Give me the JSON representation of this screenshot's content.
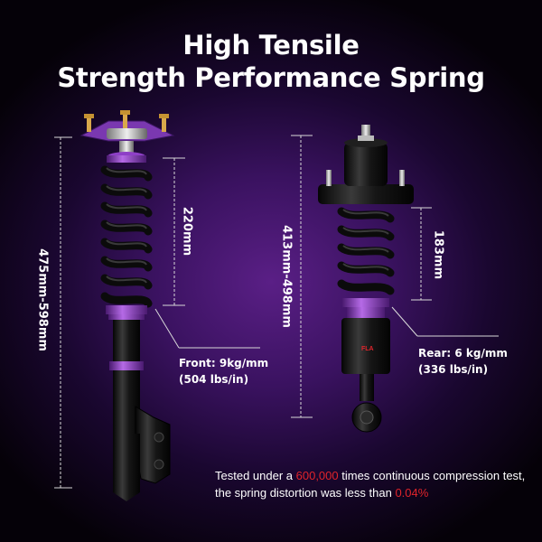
{
  "title": {
    "line1": "High Tensile",
    "line2": "Strength Performance Spring"
  },
  "front": {
    "overall_length": "475mm-598mm",
    "spring_length": "220mm",
    "spec_line1": "Front: 9kg/mm",
    "spec_line2": "(504 lbs/in)"
  },
  "rear": {
    "overall_length": "413mm-498mm",
    "spring_length": "183mm",
    "spec_line1": "Rear: 6 kg/mm",
    "spec_line2": "(336 lbs/in)",
    "body_logo": "FLA"
  },
  "test_note": {
    "line1_prefix": "Tested under a ",
    "line1_value": "600,000",
    "line1_suffix": " times continuous compression test,",
    "line2_prefix": "the spring distortion was less than ",
    "line2_value": "0.04%"
  },
  "colors": {
    "accent_purple": "#8e3fc7",
    "highlight_red": "#e0242b",
    "coilover_black": "#101010"
  }
}
